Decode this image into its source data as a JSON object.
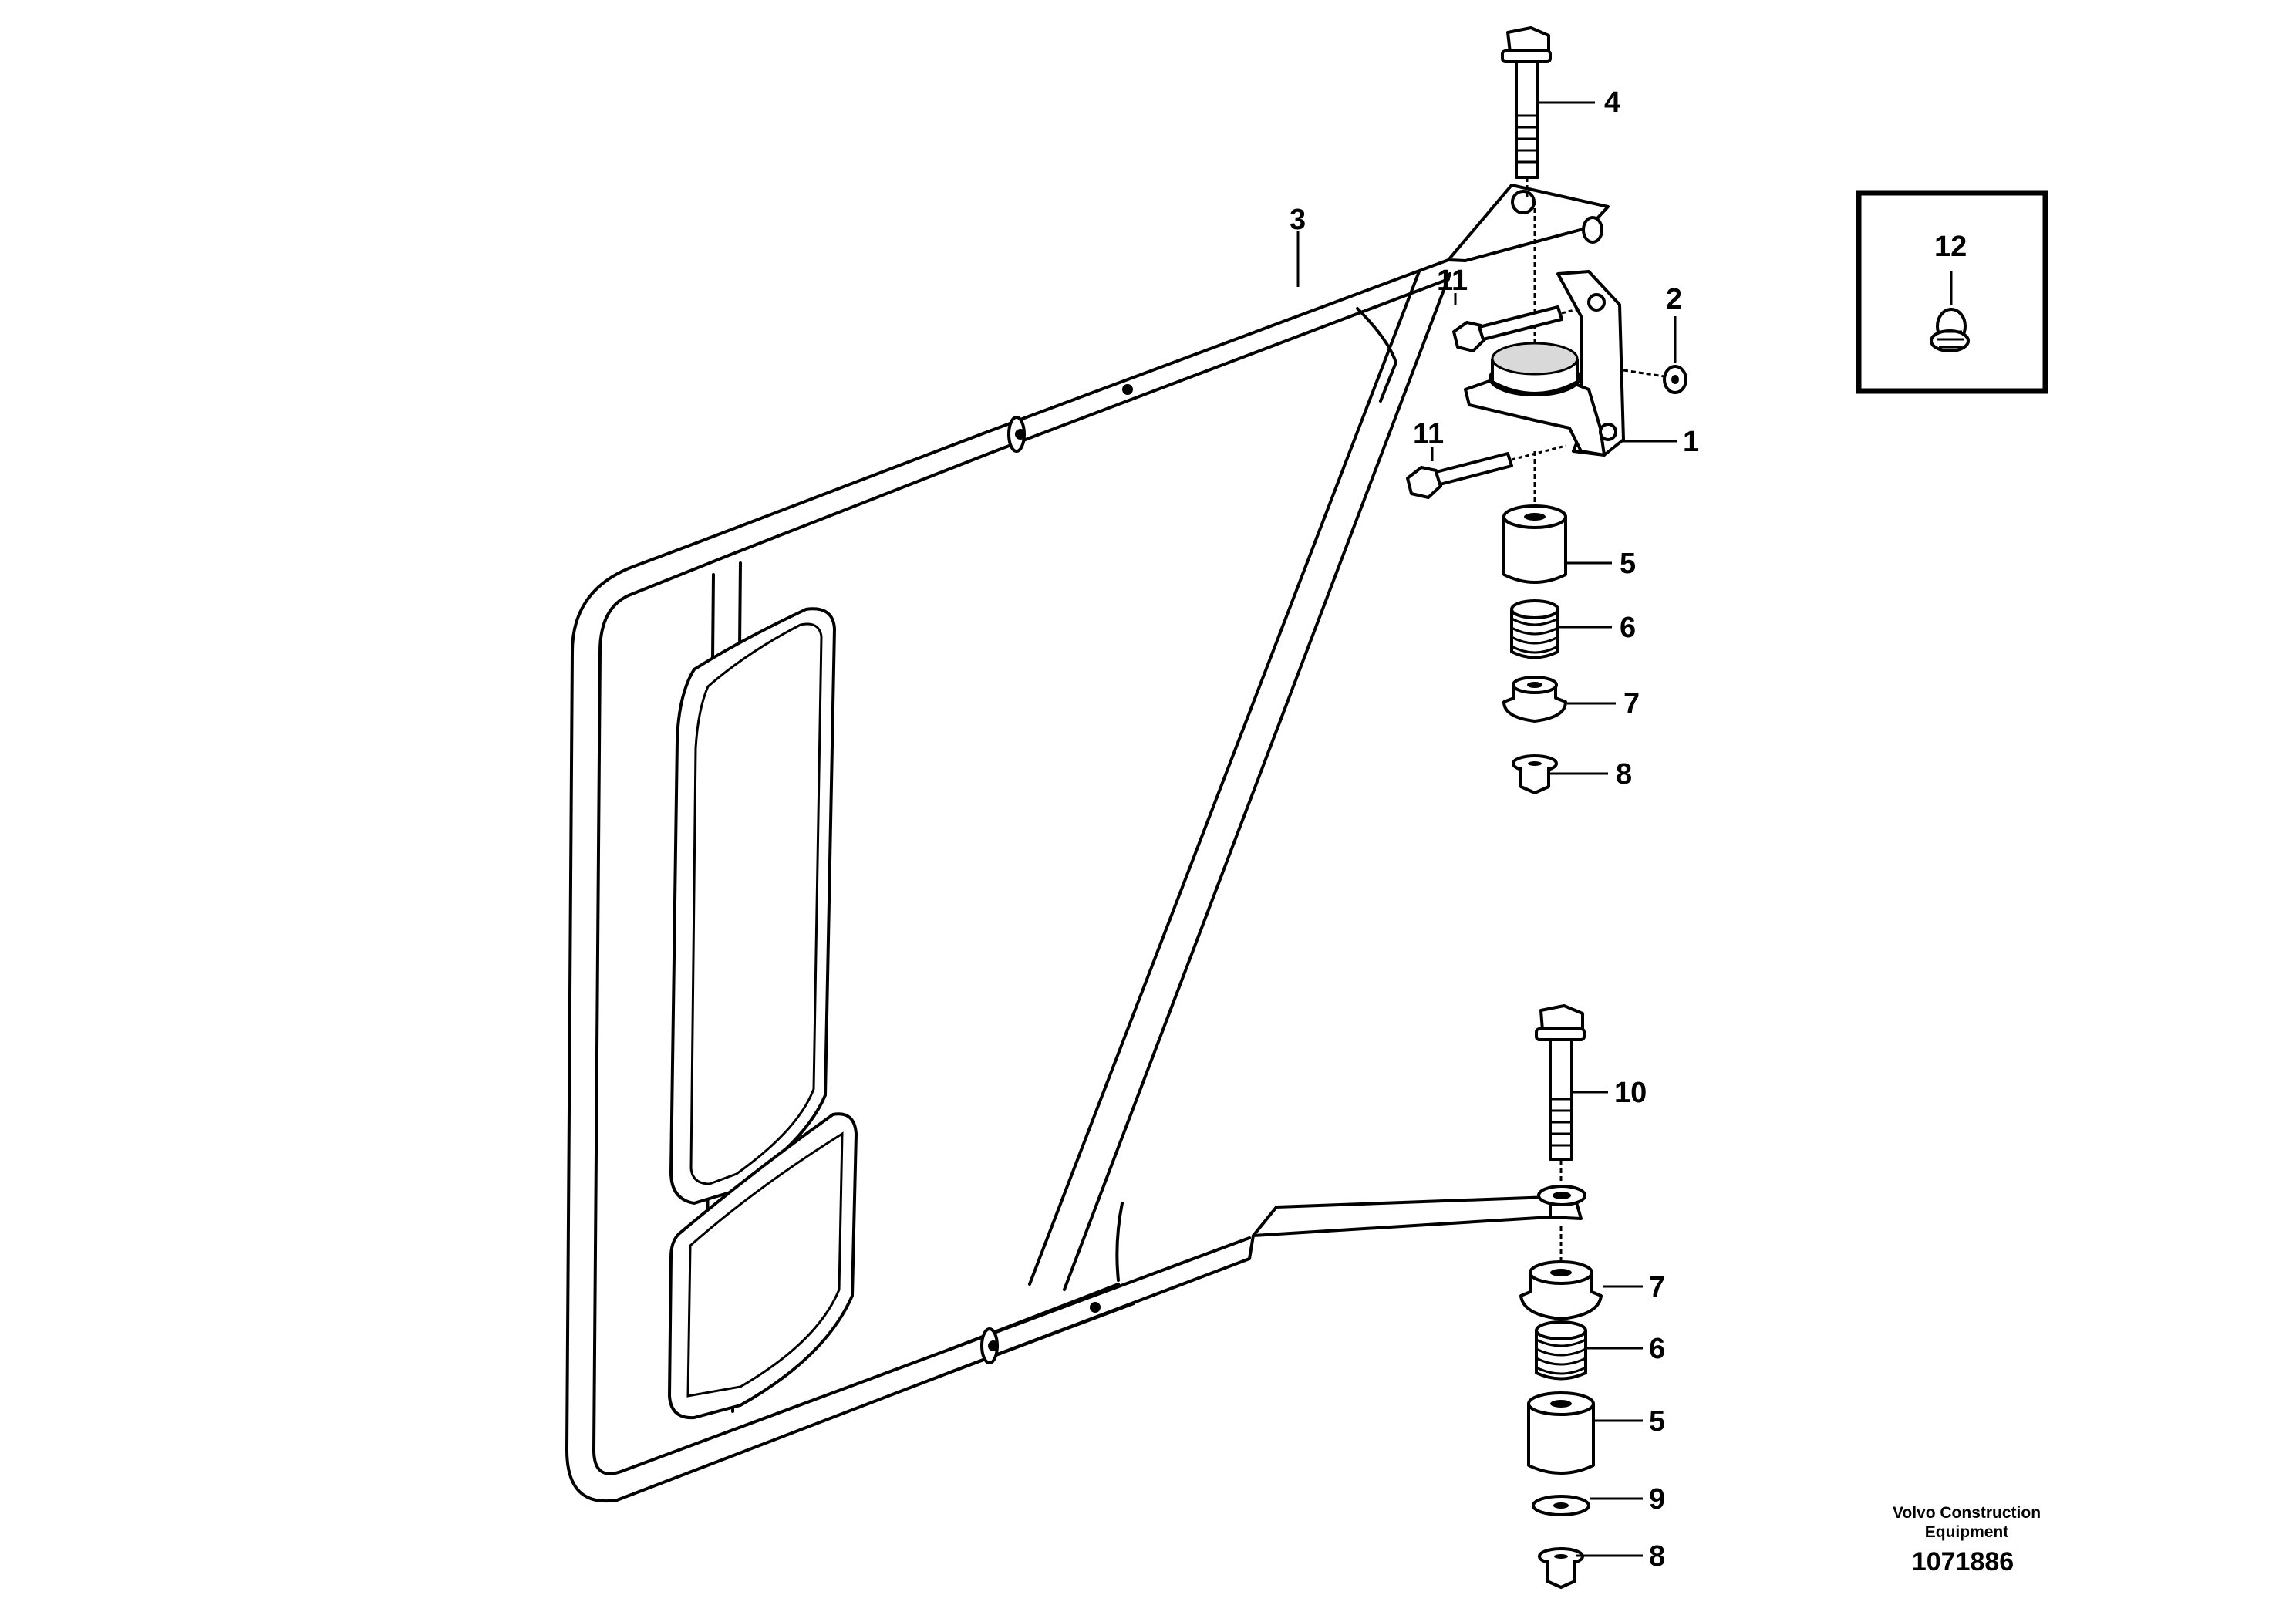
{
  "callouts": {
    "c1": "1",
    "c2": "2",
    "c3": "3",
    "c4": "4",
    "c5_top": "5",
    "c6_top": "6",
    "c7_top": "7",
    "c8_top": "8",
    "c10": "10",
    "c7_bot": "7",
    "c6_bot": "6",
    "c5_bot": "5",
    "c9": "9",
    "c8_bot": "8",
    "c11_top": "11",
    "c11_bot": "11",
    "c12": "12"
  },
  "footer": {
    "brand_line1": "Volvo Construction",
    "brand_line2": "Equipment",
    "drawing_number": "1071886"
  }
}
